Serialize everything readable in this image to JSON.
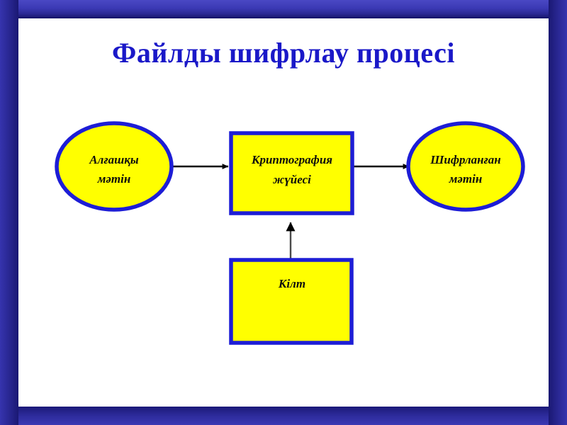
{
  "slide": {
    "title": "Файлды шифрлау процесі",
    "title_color": "#1a18c8",
    "frame_color": "#1f1d80",
    "background_color": "#ffffff",
    "shape_fill": "#ffff00",
    "shape_border_color": "#1d1dd6",
    "arrow_color": "#000000"
  },
  "diagram": {
    "type": "flow",
    "nodes": [
      {
        "id": "plaintext",
        "shape": "ellipse",
        "line1": "Алғашқы",
        "line2": "мәтін"
      },
      {
        "id": "crypto-system",
        "shape": "rectangle",
        "line1": "Криптография",
        "line2": "жүйесі"
      },
      {
        "id": "ciphertext",
        "shape": "ellipse",
        "line1": "Шифрланған",
        "line2": "мәтін"
      },
      {
        "id": "key",
        "shape": "rectangle",
        "line1": "Кілт",
        "line2": ""
      }
    ],
    "edges": [
      {
        "id": "edge-plaintext-to-system",
        "from": "plaintext",
        "to": "crypto-system",
        "direction": "right"
      },
      {
        "id": "edge-system-to-ciphertext",
        "from": "crypto-system",
        "to": "ciphertext",
        "direction": "right"
      },
      {
        "id": "edge-key-to-system",
        "from": "key",
        "to": "crypto-system",
        "direction": "up"
      }
    ]
  }
}
